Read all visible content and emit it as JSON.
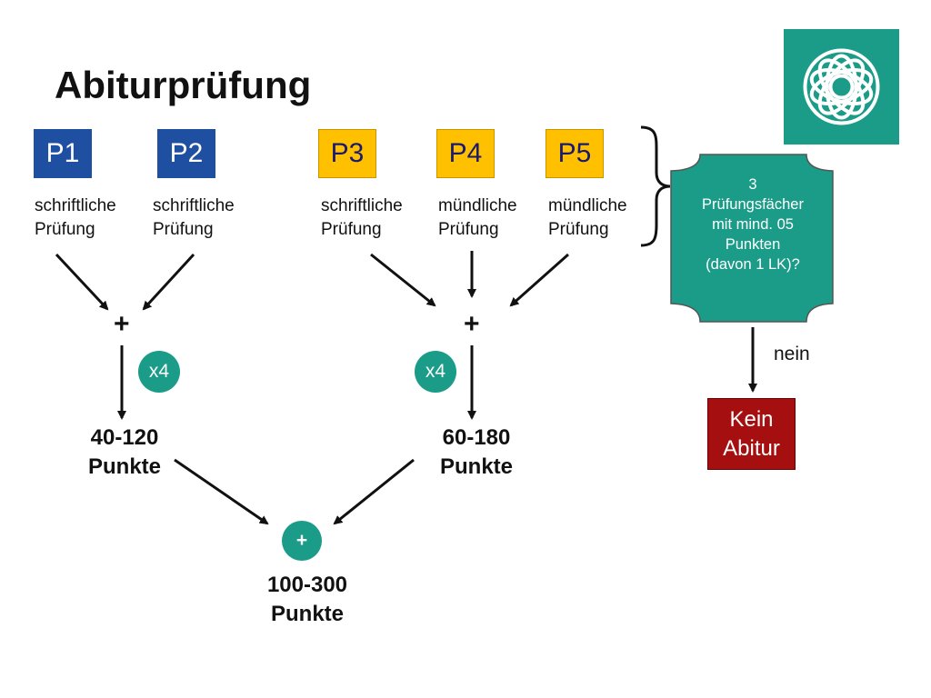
{
  "title": "Abiturprüfung",
  "exams": [
    {
      "label": "P1",
      "type_line1": "schriftliche",
      "type_line2": "Prüfung"
    },
    {
      "label": "P2",
      "type_line1": "schriftliche",
      "type_line2": "Prüfung"
    },
    {
      "label": "P3",
      "type_line1": "schriftliche",
      "type_line2": "Prüfung"
    },
    {
      "label": "P4",
      "type_line1": "mündliche",
      "type_line2": "Prüfung"
    },
    {
      "label": "P5",
      "type_line1": "mündliche",
      "type_line2": "Prüfung"
    }
  ],
  "operators": {
    "plus": "+",
    "multiplier": "x4"
  },
  "results": {
    "group1": {
      "range": "40-120",
      "unit": "Punkte"
    },
    "group2": {
      "range": "60-180",
      "unit": "Punkte"
    },
    "total": {
      "range": "100-300",
      "unit": "Punkte"
    }
  },
  "condition": {
    "line1": "3",
    "line2": "Prüfungsfächer",
    "line3": "mit mind. 05",
    "line4": "Punkten",
    "line5": "(davon 1 LK)?"
  },
  "no_label": "nein",
  "outcome": {
    "line1": "Kein",
    "line2": "Abitur"
  },
  "colors": {
    "blue": "#1f4fa0",
    "yellow": "#ffc000",
    "teal": "#1b9c88",
    "red": "#a50f0f"
  },
  "logo_icon": "rosette-logo-icon"
}
